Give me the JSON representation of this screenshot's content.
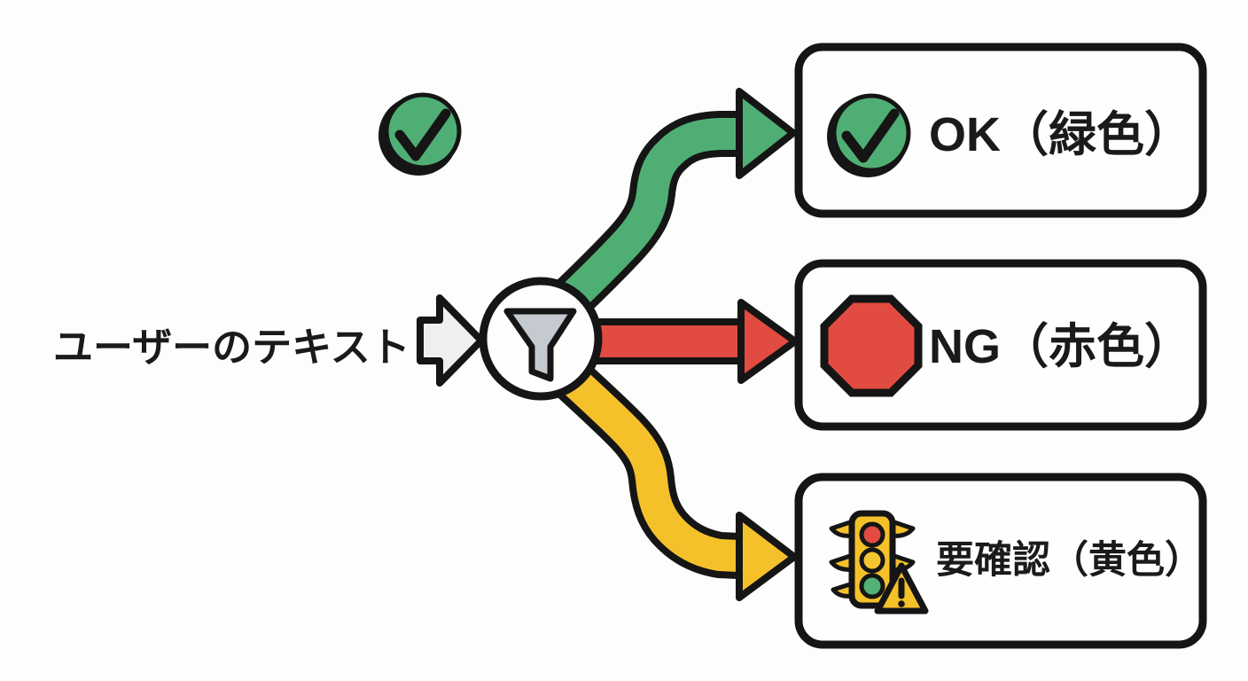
{
  "background": "#FDFDFC",
  "palette": {
    "green": "#4FAE74",
    "red": "#E24B41",
    "yellow": "#F5C12B",
    "outline": "#151515",
    "box_fill": "#FEFEFE",
    "input_arrow_fill": "#EDEFF1",
    "funnel_fill": "#C4CAD0"
  },
  "decor": {
    "icon": "check-circle-icon",
    "color": "#4FAE74"
  },
  "input": {
    "label": "ユーザーのテキスト",
    "arrow_icon": "block-arrow-right-icon"
  },
  "filter_node": {
    "icon": "funnel-icon",
    "shape": "circle"
  },
  "branches": [
    {
      "name": "ok",
      "arrow": "curved-up-right",
      "color": "#4FAE74"
    },
    {
      "name": "ng",
      "arrow": "straight-right",
      "color": "#E24B41"
    },
    {
      "name": "review",
      "arrow": "curved-down-right",
      "color": "#F5C12B"
    }
  ],
  "outcomes": [
    {
      "label": "OK（緑色）",
      "icon": "check-circle-icon",
      "icon_color": "#4FAE74"
    },
    {
      "label": "NG（赤色）",
      "icon": "stop-octagon-icon",
      "icon_color": "#E24B41"
    },
    {
      "label": "要確認（黄色）",
      "icon": "traffic-light-warning-icon",
      "icon_color": "#F5C12B"
    }
  ],
  "traffic_light": {
    "body_color": "#F5C12B",
    "lights": [
      "#E24B41",
      "#F6C630",
      "#53B175"
    ]
  }
}
